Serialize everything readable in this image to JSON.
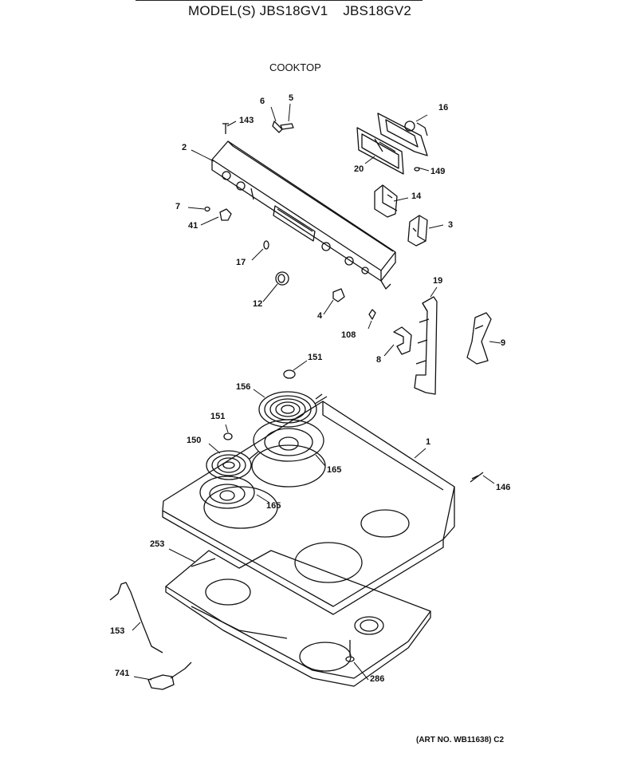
{
  "header": {
    "models_prefix": "MODEL(S)",
    "model_1": "JBS18GV1",
    "model_2": "JBS18GV2",
    "section_title": "COOKTOP"
  },
  "art_number": "(ART NO. WB11638) C2",
  "callouts": {
    "c2": "2",
    "c3": "3",
    "c4": "4",
    "c5": "5",
    "c6": "6",
    "c7": "7",
    "c8": "8",
    "c9": "9",
    "c12": "12",
    "c14": "14",
    "c16": "16",
    "c17": "17",
    "c19": "19",
    "c20": "20",
    "c41": "41",
    "c108": "108",
    "c143": "143",
    "c149": "149",
    "c151a": "151",
    "c151b": "151",
    "c156": "156",
    "c150": "150",
    "c165a": "165",
    "c165b": "165",
    "c1": "1",
    "c146": "146",
    "c253": "253",
    "c153": "153",
    "c741": "741",
    "c286": "286"
  }
}
